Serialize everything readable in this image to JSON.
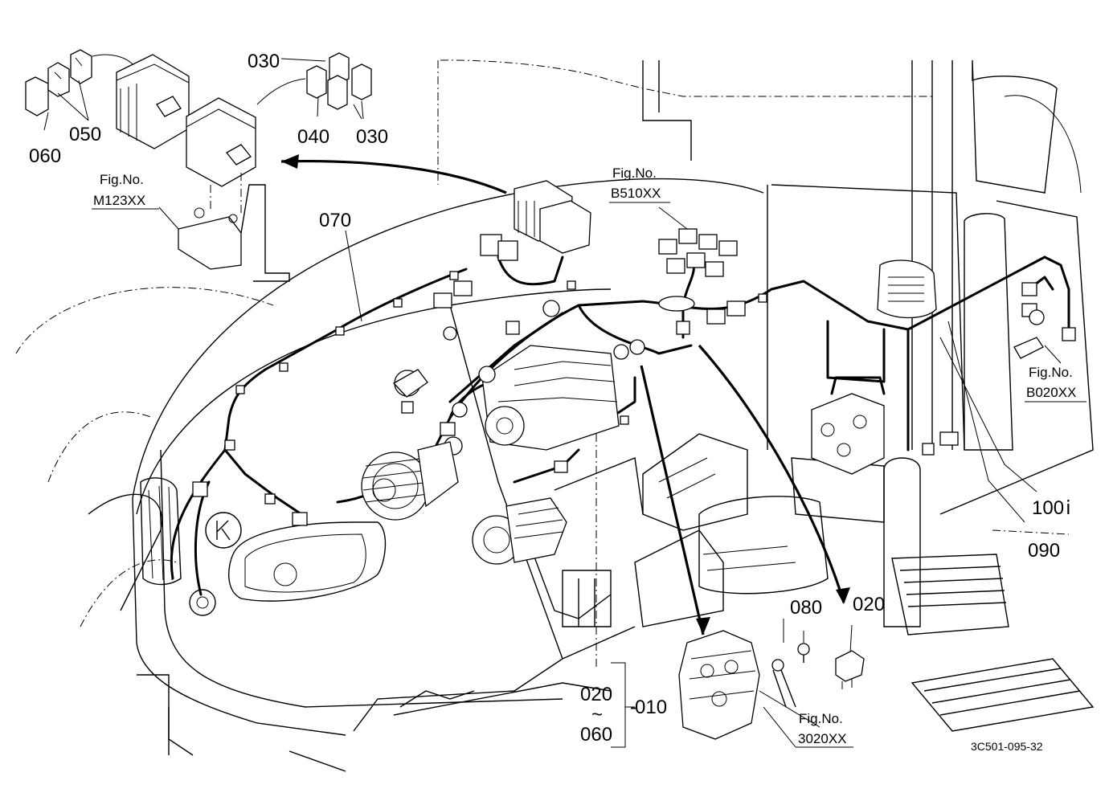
{
  "labels": {
    "p010": "010",
    "p020_a": "020",
    "p020_b": "020",
    "range_sep": "~",
    "p030_a": "030",
    "p030_b": "030",
    "p040": "040",
    "p050": "050",
    "p060_a": "060",
    "p060_b": "060",
    "p070": "070",
    "p080": "080",
    "p090": "090",
    "p100": "100"
  },
  "fig_refs": {
    "m123": {
      "title": "Fig.No.",
      "code": "M123XX"
    },
    "b510": {
      "title": "Fig.No.",
      "code": "B510XX"
    },
    "b020": {
      "title": "Fig.No.",
      "code": "B020XX"
    },
    "f3020": {
      "title": "Fig.No.",
      "code": "3020XX"
    }
  },
  "drawing_code": "3C501-095-32"
}
